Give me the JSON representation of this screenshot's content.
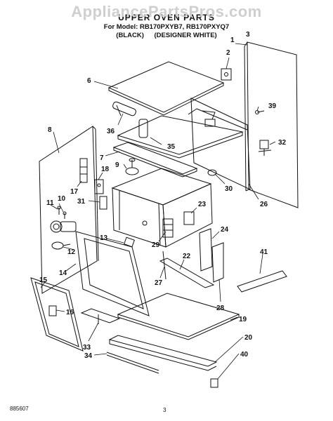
{
  "watermark": "AppliancePartsPros.com",
  "header": {
    "title": "UPPER OVEN PARTS",
    "model_line": "For Model: RB170PXYB7, RB170PXYQ7",
    "variant_black": "(BLACK)",
    "variant_white": "(DESIGNER WHITE)"
  },
  "callouts": [
    "1",
    "2",
    "3",
    "6",
    "8",
    "39",
    "36",
    "35",
    "32",
    "7",
    "9",
    "18",
    "17",
    "30",
    "11",
    "10",
    "31",
    "26",
    "23",
    "13",
    "12",
    "29",
    "24",
    "14",
    "15",
    "22",
    "41",
    "27",
    "16",
    "28",
    "19",
    "20",
    "33",
    "34",
    "40"
  ],
  "footer": {
    "doc_number": "885607",
    "page_number": "3"
  },
  "colors": {
    "ink": "#111111",
    "watermark": "#cfcfcf"
  }
}
